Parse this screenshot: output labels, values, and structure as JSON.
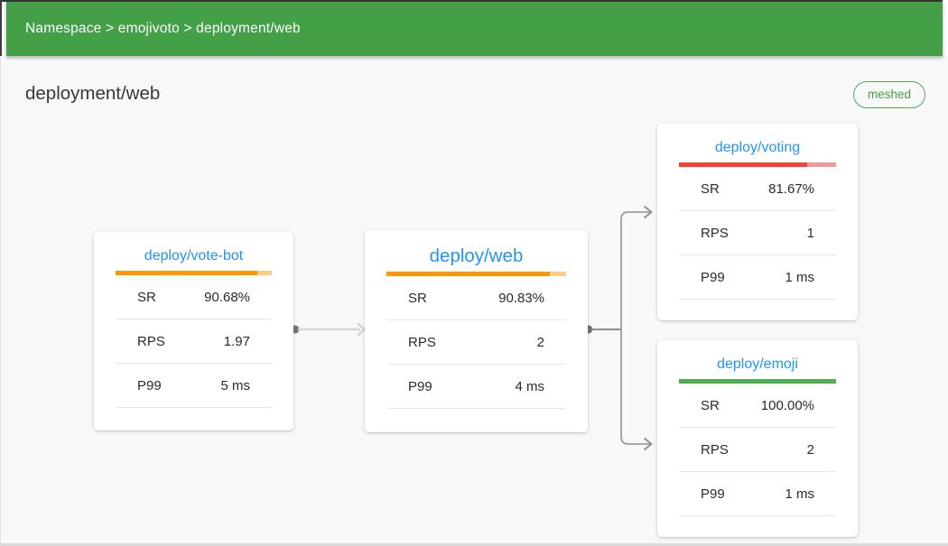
{
  "app": {
    "breadcrumb": "Namespace > emojivoto > deployment/web"
  },
  "page": {
    "title": "deployment/web",
    "badge": "meshed"
  },
  "colors": {
    "header_green": "#43A047",
    "node_title_blue": "#2196F3",
    "success_green": "#4CAF50",
    "warning_orange": "#FF9800",
    "danger_red": "#F44336",
    "content_background": "#f8f8f8"
  },
  "nodes": [
    {
      "title": "deploy/vote-bot",
      "bar": {
        "fill_color": "#FF9800",
        "track_color": "#FFCC80",
        "fill_width": "90.68%"
      },
      "rows": [
        {
          "label": "SR",
          "value": "90.68%"
        },
        {
          "label": "RPS",
          "value": "1.97"
        },
        {
          "label": "P99",
          "value": "5 ms"
        }
      ]
    },
    {
      "title": "deploy/web",
      "bar": {
        "fill_color": "#FF9800",
        "track_color": "#FFCC80",
        "fill_width": "90.83%"
      },
      "rows": [
        {
          "label": "SR",
          "value": "90.83%"
        },
        {
          "label": "RPS",
          "value": "2"
        },
        {
          "label": "P99",
          "value": "4 ms"
        }
      ]
    },
    {
      "title": "deploy/voting",
      "bar": {
        "fill_color": "#F44336",
        "track_color": "#EF9A9A",
        "fill_width": "81.67%"
      },
      "rows": [
        {
          "label": "SR",
          "value": "81.67%"
        },
        {
          "label": "RPS",
          "value": "1"
        },
        {
          "label": "P99",
          "value": "1 ms"
        }
      ]
    },
    {
      "title": "deploy/emoji",
      "bar": {
        "fill_color": "#4CAF50",
        "track_color": "#A5D6A7",
        "fill_width": "100%"
      },
      "rows": [
        {
          "label": "SR",
          "value": "100.00%"
        },
        {
          "label": "RPS",
          "value": "2"
        },
        {
          "label": "P99",
          "value": "1 ms"
        }
      ]
    }
  ],
  "edges": [
    {
      "from": "deploy/vote-bot",
      "to": "deploy/web"
    },
    {
      "from": "deploy/web",
      "to": "deploy/voting"
    },
    {
      "from": "deploy/web",
      "to": "deploy/emoji"
    }
  ]
}
